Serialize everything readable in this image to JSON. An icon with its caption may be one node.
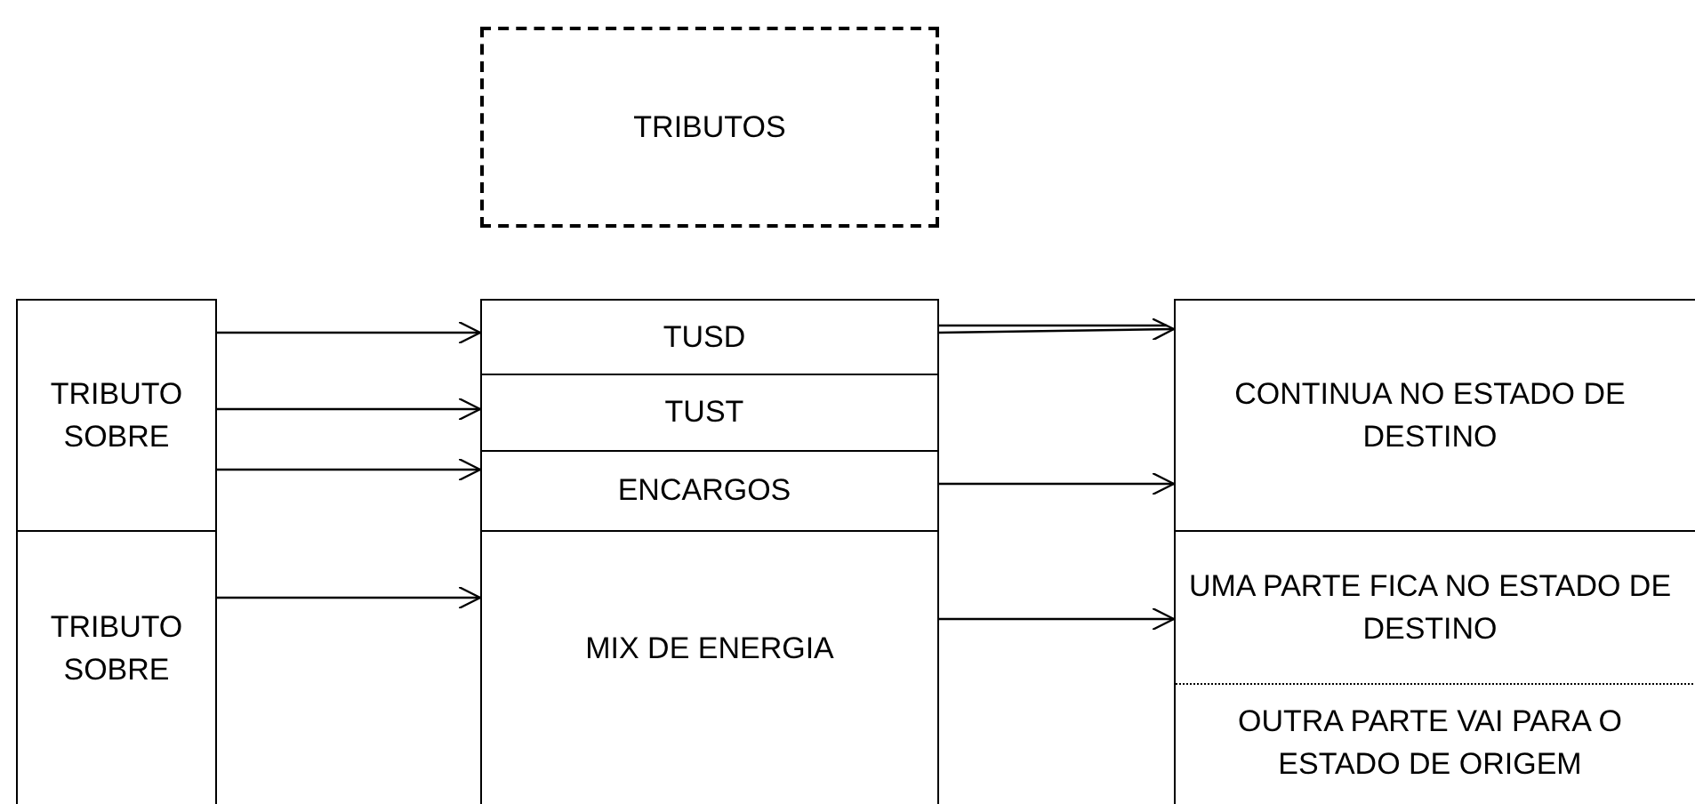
{
  "diagram": {
    "nodes": [
      {
        "text": [
          "TRIBUTOS"
        ]
      },
      {
        "text": [
          "TRIBUTO SOBRE"
        ]
      },
      {
        "text": [
          "TUSD"
        ]
      },
      {
        "text": [
          "TUST"
        ]
      },
      {
        "text": [
          "ENCARGOS"
        ]
      },
      {
        "text": [
          "CONTINUA NO ESTADO DE DESTINO"
        ]
      },
      {
        "text": [
          "TRIBUTO SOBRE"
        ]
      },
      {
        "text": [
          "MIX DE ENERGIA"
        ]
      },
      {
        "text": [
          "UMA PARTE FICA NO ESTADO DE DESTINO"
        ]
      },
      {
        "text": [
          "OUTRA PARTE VAI PARA O ESTADO DE ORIGEM"
        ]
      }
    ],
    "edges": [
      {
        "from": 1,
        "to": 2,
        "arrow": "to"
      },
      {
        "from": 1,
        "to": 3,
        "arrow": "to"
      },
      {
        "from": 1,
        "to": 4,
        "arrow": "to"
      },
      {
        "from": 2,
        "to": 5,
        "arrow": "to"
      },
      {
        "from": 4,
        "to": 5,
        "arrow": "to"
      },
      {
        "from": 6,
        "to": 7,
        "arrow": "to"
      },
      {
        "from": 7,
        "to": 8,
        "arrow": "to"
      }
    ]
  }
}
